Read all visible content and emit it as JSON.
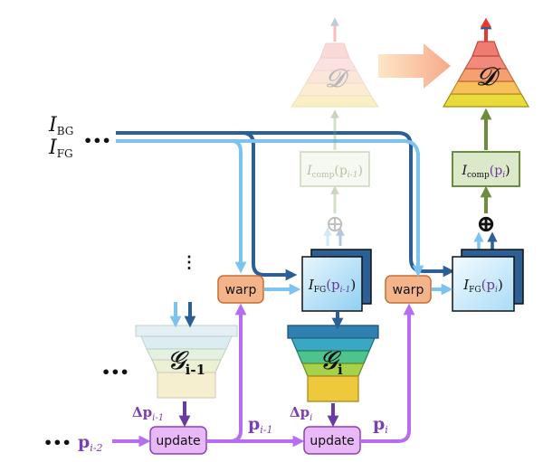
{
  "inputs": {
    "bg_label": "I",
    "bg_sub": "BG",
    "fg_label": "I",
    "fg_sub": "FG",
    "ellipsis": "•••"
  },
  "discriminator": {
    "label": "𝓓"
  },
  "generator_prev": {
    "label": "𝓖",
    "sub": "i-1"
  },
  "generator_curr": {
    "label": "𝓖",
    "sub": "i"
  },
  "warp_label": "warp",
  "update_label": "update",
  "composite_prev": {
    "main": "I",
    "sub": "comp",
    "arg": "(p",
    "arg_sub": "i-1",
    "close": ")"
  },
  "composite_curr": {
    "main": "I",
    "sub": "comp",
    "arg": "(p",
    "arg_sub": "i",
    "close": ")"
  },
  "fg_prev": {
    "main": "I",
    "sub": "FG",
    "arg": "(p",
    "arg_sub": "i-1",
    "close": ")"
  },
  "fg_curr": {
    "main": "I",
    "sub": "FG",
    "arg": "(p",
    "arg_sub": "i",
    "close": ")"
  },
  "oplus": "⊕",
  "params": {
    "p_im2": {
      "main": "p",
      "sub": "i-2"
    },
    "p_im1": {
      "main": "p",
      "sub": "i-1"
    },
    "p_i": {
      "main": "p",
      "sub": "i"
    },
    "dp_im1": {
      "main": "Δp",
      "sub": "i-1"
    },
    "dp_i": {
      "main": "Δp",
      "sub": "i"
    }
  },
  "colors": {
    "dark_blue": "#2b5f96",
    "light_blue": "#7cc4ef",
    "purple": "#b86cf0",
    "dark_purple": "#6a3b9e",
    "green": "#6a8d3e",
    "red": "#e8392c",
    "orange_box": "#f4b48a",
    "update_box": "#e9b8f6"
  }
}
